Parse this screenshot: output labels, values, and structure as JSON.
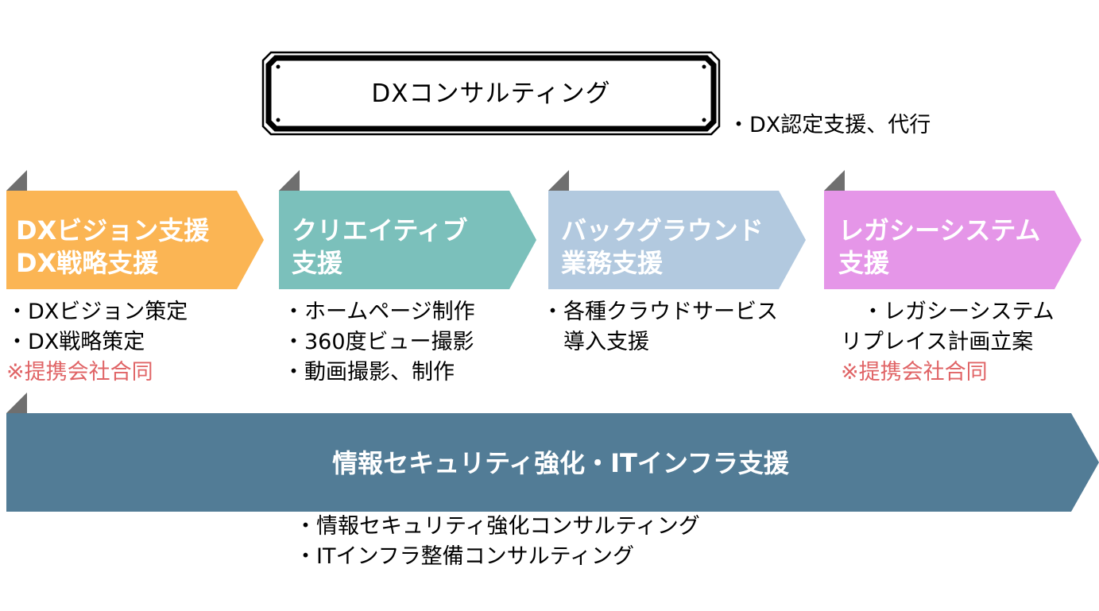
{
  "title": {
    "label": "DXコンサルティング",
    "note": "・DX認定支援、代行"
  },
  "categories": [
    {
      "label": "DXビジョン支援\nDX戦略支援",
      "color": "#fbb554",
      "items": [
        "・DXビジョン策定",
        "・DX戦略策定"
      ],
      "note": "※提携会社合同"
    },
    {
      "label": "クリエイティブ\n支援",
      "color": "#7bc0bb",
      "items": [
        "・ホームページ制作",
        "・360度ビュー撮影",
        "・動画撮影、制作"
      ],
      "note": ""
    },
    {
      "label": "バックグラウンド\n業務支援",
      "color": "#b2c9df",
      "items": [
        "・各種クラウドサービス",
        "　導入支援"
      ],
      "note": ""
    },
    {
      "label": "レガシーシステム\n支援",
      "color": "#e596e8",
      "items": [
        "　・レガシーシステム",
        "リプレイス計画立案"
      ],
      "note": "※提携会社合同"
    }
  ],
  "band": {
    "label": "情報セキュリティ強化・ITインフラ支援",
    "color": "#527c96",
    "items": [
      "・情報セキュリティ強化コンサルティング",
      "・ITインフラ整備コンサルティング"
    ]
  },
  "colors": {
    "fold": "#6f6f6f",
    "note": "#e06466"
  }
}
